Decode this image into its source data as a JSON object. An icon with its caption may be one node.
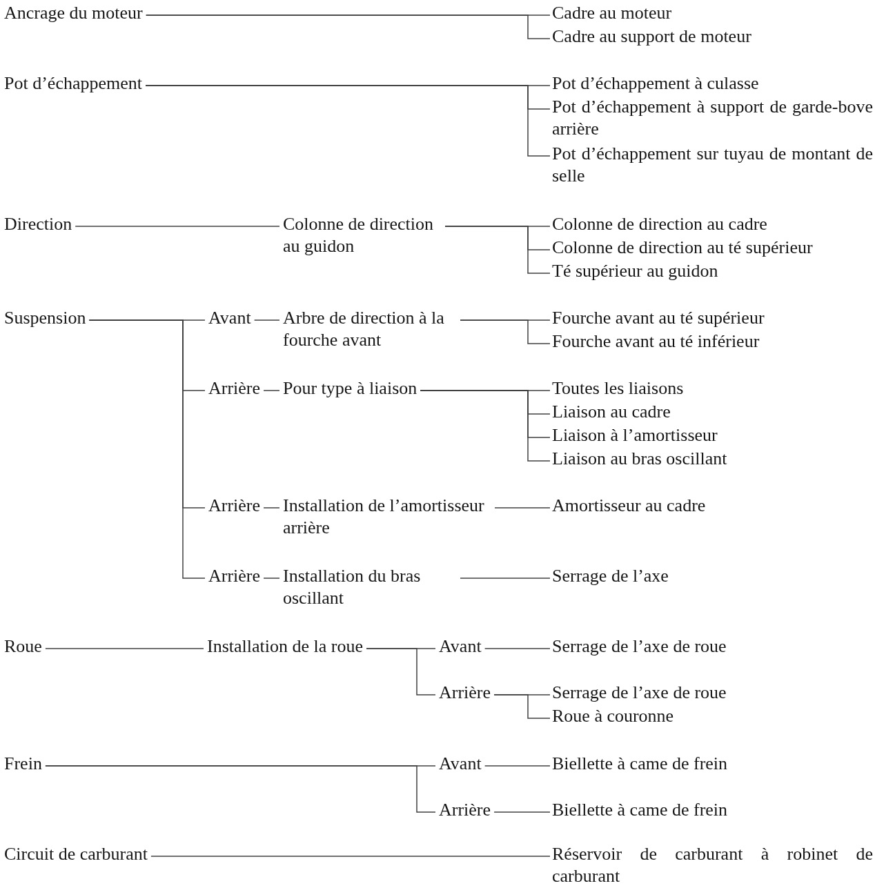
{
  "diagram": {
    "nodes": [
      {
        "text": [
          "Ancrage du moteur"
        ]
      },
      {
        "text": [
          "Cadre au moteur"
        ]
      },
      {
        "text": [
          "Cadre au support de moteur"
        ]
      },
      {
        "text": [
          "Pot d’échappement"
        ]
      },
      {
        "text": [
          "Pot d’échappement à culasse"
        ]
      },
      {
        "text": [
          "Pot d’échappement à support de garde-bove arrière"
        ]
      },
      {
        "text": [
          "Pot d’échappement sur tuyau de montant de selle"
        ]
      },
      {
        "text": [
          "Direction"
        ]
      },
      {
        "text": [
          "Colonne de direction au guidon"
        ]
      },
      {
        "text": [
          "Colonne de direction au cadre"
        ]
      },
      {
        "text": [
          "Colonne de direction au té supérieur"
        ]
      },
      {
        "text": [
          "Té supérieur au guidon"
        ]
      },
      {
        "text": [
          "Suspension"
        ]
      },
      {
        "text": [
          "Avant"
        ]
      },
      {
        "text": [
          "Arbre de direction à la fourche avant"
        ]
      },
      {
        "text": [
          "Fourche avant au té supérieur"
        ]
      },
      {
        "text": [
          "Fourche avant au té inférieur"
        ]
      },
      {
        "text": [
          "Arrière"
        ]
      },
      {
        "text": [
          "Pour type à liaison"
        ]
      },
      {
        "text": [
          "Toutes les liaisons"
        ]
      },
      {
        "text": [
          "Liaison au cadre"
        ]
      },
      {
        "text": [
          "Liaison à l’amortisseur"
        ]
      },
      {
        "text": [
          "Liaison au bras oscillant"
        ]
      },
      {
        "text": [
          "Arrière"
        ]
      },
      {
        "text": [
          "Installation de l’amortisseur arrière"
        ]
      },
      {
        "text": [
          "Amortisseur au cadre"
        ]
      },
      {
        "text": [
          "Arrière"
        ]
      },
      {
        "text": [
          "Installation du bras oscillant"
        ]
      },
      {
        "text": [
          "Serrage de l’axe"
        ]
      },
      {
        "text": [
          "Roue"
        ]
      },
      {
        "text": [
          "Installation de la roue"
        ]
      },
      {
        "text": [
          "Avant"
        ]
      },
      {
        "text": [
          "Serrage de l’axe de roue"
        ]
      },
      {
        "text": [
          "Arrière"
        ]
      },
      {
        "text": [
          "Serrage de l’axe de roue"
        ]
      },
      {
        "text": [
          "Roue à couronne"
        ]
      },
      {
        "text": [
          "Frein"
        ]
      },
      {
        "text": [
          "Avant"
        ]
      },
      {
        "text": [
          "Biellette à came de frein"
        ]
      },
      {
        "text": [
          "Arrière"
        ]
      },
      {
        "text": [
          "Biellette à came de frein"
        ]
      },
      {
        "text": [
          "Circuit de carburant"
        ]
      },
      {
        "text": [
          "Réservoir de carburant à robinet de carburant"
        ]
      }
    ],
    "edges": [
      {
        "from": 0,
        "to": 1,
        "arrow": "none"
      },
      {
        "from": 0,
        "to": 2,
        "arrow": "none"
      },
      {
        "from": 3,
        "to": 4,
        "arrow": "none"
      },
      {
        "from": 3,
        "to": 5,
        "arrow": "none"
      },
      {
        "from": 3,
        "to": 6,
        "arrow": "none"
      },
      {
        "from": 7,
        "to": 8,
        "arrow": "none"
      },
      {
        "from": 8,
        "to": 9,
        "arrow": "none"
      },
      {
        "from": 8,
        "to": 10,
        "arrow": "none"
      },
      {
        "from": 8,
        "to": 11,
        "arrow": "none"
      },
      {
        "from": 12,
        "to": 13,
        "arrow": "none"
      },
      {
        "from": 12,
        "to": 17,
        "arrow": "none"
      },
      {
        "from": 12,
        "to": 23,
        "arrow": "none"
      },
      {
        "from": 12,
        "to": 26,
        "arrow": "none"
      },
      {
        "from": 13,
        "to": 14,
        "arrow": "none"
      },
      {
        "from": 14,
        "to": 15,
        "arrow": "none"
      },
      {
        "from": 14,
        "to": 16,
        "arrow": "none"
      },
      {
        "from": 17,
        "to": 18,
        "arrow": "none"
      },
      {
        "from": 18,
        "to": 19,
        "arrow": "none"
      },
      {
        "from": 18,
        "to": 20,
        "arrow": "none"
      },
      {
        "from": 18,
        "to": 21,
        "arrow": "none"
      },
      {
        "from": 18,
        "to": 22,
        "arrow": "none"
      },
      {
        "from": 23,
        "to": 24,
        "arrow": "none"
      },
      {
        "from": 24,
        "to": 25,
        "arrow": "none"
      },
      {
        "from": 26,
        "to": 27,
        "arrow": "none"
      },
      {
        "from": 27,
        "to": 28,
        "arrow": "none"
      },
      {
        "from": 29,
        "to": 30,
        "arrow": "none"
      },
      {
        "from": 30,
        "to": 31,
        "arrow": "none"
      },
      {
        "from": 30,
        "to": 33,
        "arrow": "none"
      },
      {
        "from": 31,
        "to": 32,
        "arrow": "none"
      },
      {
        "from": 33,
        "to": 34,
        "arrow": "none"
      },
      {
        "from": 33,
        "to": 35,
        "arrow": "none"
      },
      {
        "from": 36,
        "to": 37,
        "arrow": "none"
      },
      {
        "from": 36,
        "to": 39,
        "arrow": "none"
      },
      {
        "from": 37,
        "to": 38,
        "arrow": "none"
      },
      {
        "from": 39,
        "to": 40,
        "arrow": "none"
      },
      {
        "from": 41,
        "to": 42,
        "arrow": "none"
      }
    ]
  }
}
